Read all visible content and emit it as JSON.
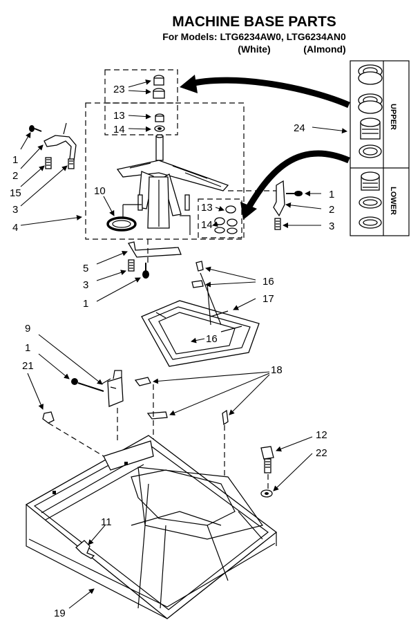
{
  "header": {
    "title": "MACHINE BASE PARTS",
    "models_line": "For Models: LTG6234AW0, LTG6234AN0",
    "color_white": "(White)",
    "color_almond": "(Almond)"
  },
  "side_panel": {
    "upper": "UPPER",
    "lower": "LOWER"
  },
  "callouts": {
    "c1a": "1",
    "c1b": "1",
    "c1c": "1",
    "c1d": "1",
    "c2a": "2",
    "c2b": "2",
    "c3a": "3",
    "c3b": "3",
    "c3c": "3",
    "c4": "4",
    "c5": "5",
    "c9": "9",
    "c10": "10",
    "c11": "11",
    "c12": "12",
    "c13a": "13",
    "c13b": "13",
    "c14a": "14",
    "c14b": "14",
    "c15": "15",
    "c16a": "16",
    "c16b": "16",
    "c17": "17",
    "c18": "18",
    "c19": "19",
    "c21": "21",
    "c22": "22",
    "c23": "23",
    "c24": "24"
  }
}
